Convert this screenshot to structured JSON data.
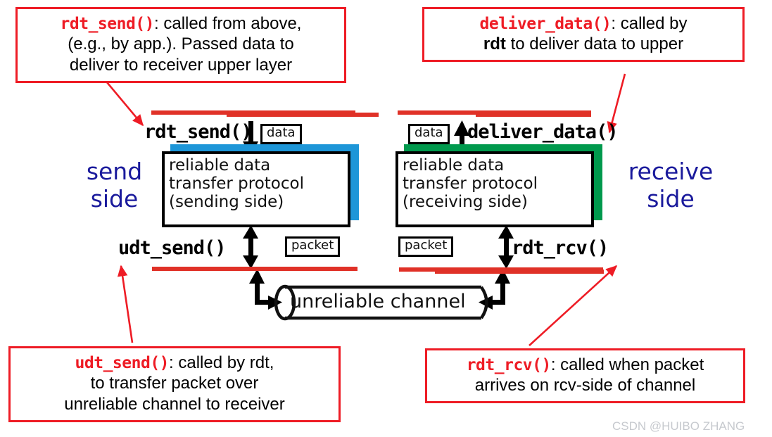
{
  "callouts": {
    "top_left": {
      "fn": "rdt_send()",
      "line1_rest": ": called from above,",
      "line2": "(e.g., by app.). Passed data to",
      "line3": "deliver to receiver upper layer"
    },
    "top_right": {
      "fn": "deliver_data()",
      "line1_rest": ": called by",
      "line2_bold": "rdt",
      "line2_rest": " to deliver data to upper"
    },
    "bottom_left": {
      "fn": "udt_send()",
      "line1_rest": ": called by rdt,",
      "line2": "to transfer packet over",
      "line3": "unreliable channel to receiver"
    },
    "bottom_right": {
      "fn": "rdt_rcv()",
      "line1_rest": ": called when packet",
      "line2": "arrives on rcv-side of channel"
    }
  },
  "side_labels": {
    "send": "send\nside",
    "send_l1": "send",
    "send_l2": "side",
    "receive_l1": "receive",
    "receive_l2": "side"
  },
  "protocol_boxes": {
    "sender": {
      "line1": "reliable data",
      "line2": "transfer protocol",
      "line3": "(sending side)",
      "shadow_color": "#1d96d8"
    },
    "receiver": {
      "line1": "reliable data",
      "line2": "transfer protocol",
      "line3": "(receiving side)",
      "shadow_color": "#00994d"
    }
  },
  "function_labels": {
    "rdt_send": "rdt_send()",
    "deliver_data": "deliver_data()",
    "udt_send": "udt_send()",
    "rdt_rcv": "rdt_rcv()"
  },
  "unit_boxes": {
    "data_left": "data",
    "data_right": "data",
    "packet_left": "packet",
    "packet_right": "packet"
  },
  "channel": {
    "label": "unreliable channel"
  },
  "watermark": {
    "text": "CSDN @HUIBO ZHANG"
  },
  "colors": {
    "red": "#ee1c25",
    "red_line": "#e03127",
    "blue_shadow": "#1d96d8",
    "green_shadow": "#00994d",
    "label_blue": "#1a1a9c",
    "watermark": "#c6c9ce"
  }
}
